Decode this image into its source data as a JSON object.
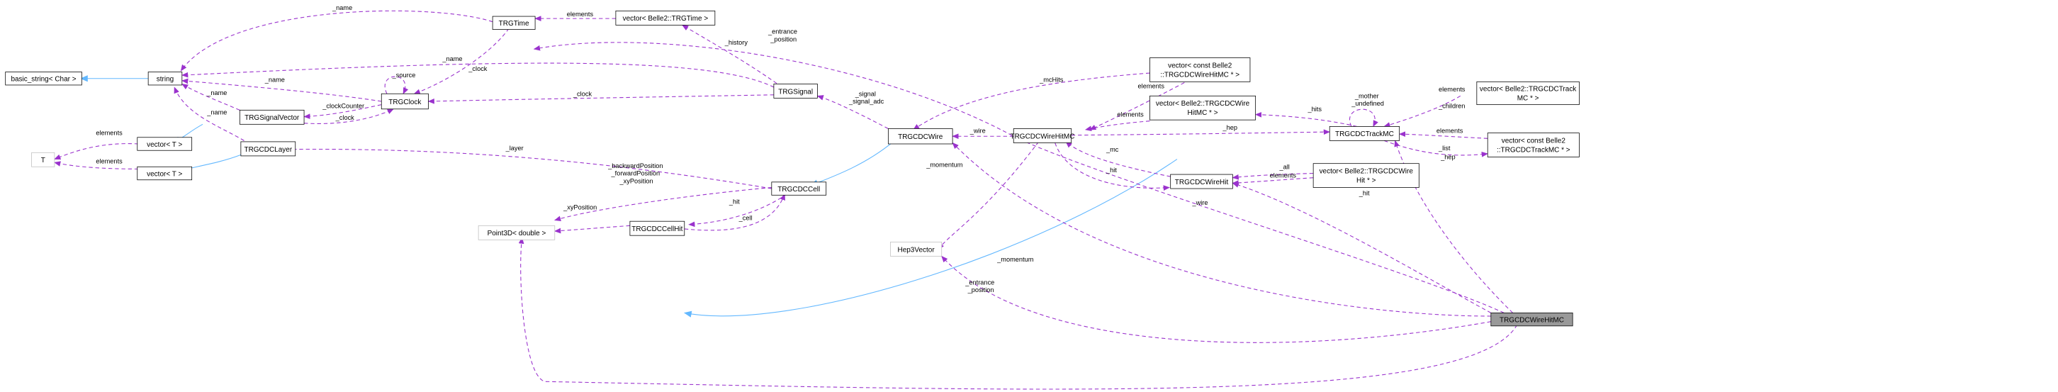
{
  "nodes": {
    "basic_string": [
      "basic_string< Char >"
    ],
    "string": [
      "string"
    ],
    "T": [
      "T"
    ],
    "vectorT1": [
      "vector< T >"
    ],
    "vectorT2": [
      "vector< T >"
    ],
    "TRGTime": [
      "TRGTime"
    ],
    "vecTRGTime": [
      "vector< Belle2::TRGTime >"
    ],
    "TRGClock": [
      "TRGClock"
    ],
    "TRGSignalVector": [
      "TRGSignalVector"
    ],
    "TRGCDCLayer": [
      "TRGCDCLayer"
    ],
    "TRGSignal": [
      "TRGSignal"
    ],
    "Point3D": [
      "Point3D< double >"
    ],
    "TRGCDCCellHit": [
      "TRGCDCCellHit"
    ],
    "TRGCDCCell": [
      "TRGCDCCell"
    ],
    "TRGCDCWire": [
      "TRGCDCWire"
    ],
    "Hep3Vector": [
      "Hep3Vector"
    ],
    "TRGCDCWireHitMC_mid": [
      "TRGCDCWireHitMC"
    ],
    "vecConstWireHitMC": [
      "vector< const Belle2",
      "::TRGCDCWireHitMC * >"
    ],
    "vecWireHitMCp": [
      "vector< Belle2::TRGCDCWire",
      "HitMC * >"
    ],
    "TRGCDCWireHit": [
      "TRGCDCWireHit"
    ],
    "vecWireHitp": [
      "vector< Belle2::TRGCDCWire",
      "Hit * >"
    ],
    "TRGCDCTrackMC": [
      "TRGCDCTrackMC"
    ],
    "vecTrackMC": [
      "vector< Belle2::TRGCDCTrack",
      "MC * >"
    ],
    "vecConstTrackMC": [
      "vector< const Belle2",
      "::TRGCDCTrackMC * >"
    ],
    "focus": [
      "TRGCDCWireHitMC"
    ]
  },
  "edge_labels": {
    "name_top": [
      "_name"
    ],
    "elements_time": [
      "elements"
    ],
    "history": [
      "_history"
    ],
    "entrance_top": [
      "_entrance",
      "_position"
    ],
    "clock_time": [
      "_clock"
    ],
    "source": [
      "_source"
    ],
    "name_signal": [
      "_name"
    ],
    "name_clock": [
      "_name"
    ],
    "name_sigvec": [
      "_name"
    ],
    "name_layer": [
      "_name"
    ],
    "clockCounter": [
      "_clockCounter"
    ],
    "clock_sigvec": [
      "_clock"
    ],
    "clock_signal": [
      "_clock"
    ],
    "elements_T1": [
      "elements"
    ],
    "elements_T2": [
      "elements"
    ],
    "signal": [
      "_signal",
      "_signal_adc"
    ],
    "mcHits": [
      "_mcHits"
    ],
    "elements_constwhmc": [
      "elements"
    ],
    "elements_whmcp": [
      "elements"
    ],
    "wire_mid": [
      "_wire"
    ],
    "hep": [
      "_hep"
    ],
    "hits": [
      "_hits"
    ],
    "mother": [
      "_mother",
      "_undefined"
    ],
    "elements_trackmc": [
      "elements"
    ],
    "children": [
      "_children"
    ],
    "elements_consttrackmc": [
      "elements"
    ],
    "list": [
      "_list"
    ],
    "hep_focus": [
      "_hep"
    ],
    "layer": [
      "_layer"
    ],
    "cellpos": [
      "_backwardPosition",
      "_forwardPosition",
      "_xyPosition"
    ],
    "hit_cell": [
      "_hit"
    ],
    "xyPosition": [
      "_xyPosition"
    ],
    "cell": [
      "_cell"
    ],
    "momentum_mid": [
      "_momentum"
    ],
    "mc": [
      "_mc"
    ],
    "hit_mid": [
      "_hit"
    ],
    "all": [
      "_all"
    ],
    "elements_whp": [
      "elements"
    ],
    "hit_focus": [
      "_hit"
    ],
    "wire_focus": [
      "_wire"
    ],
    "momentum_focus": [
      "_momentum"
    ],
    "entrance_bottom": [
      "_entrance",
      "_position"
    ]
  },
  "colors": {
    "usage_edge": "#9a32cd",
    "inheritance_edge": "#63b8ff",
    "focus_fill": "#999999"
  }
}
